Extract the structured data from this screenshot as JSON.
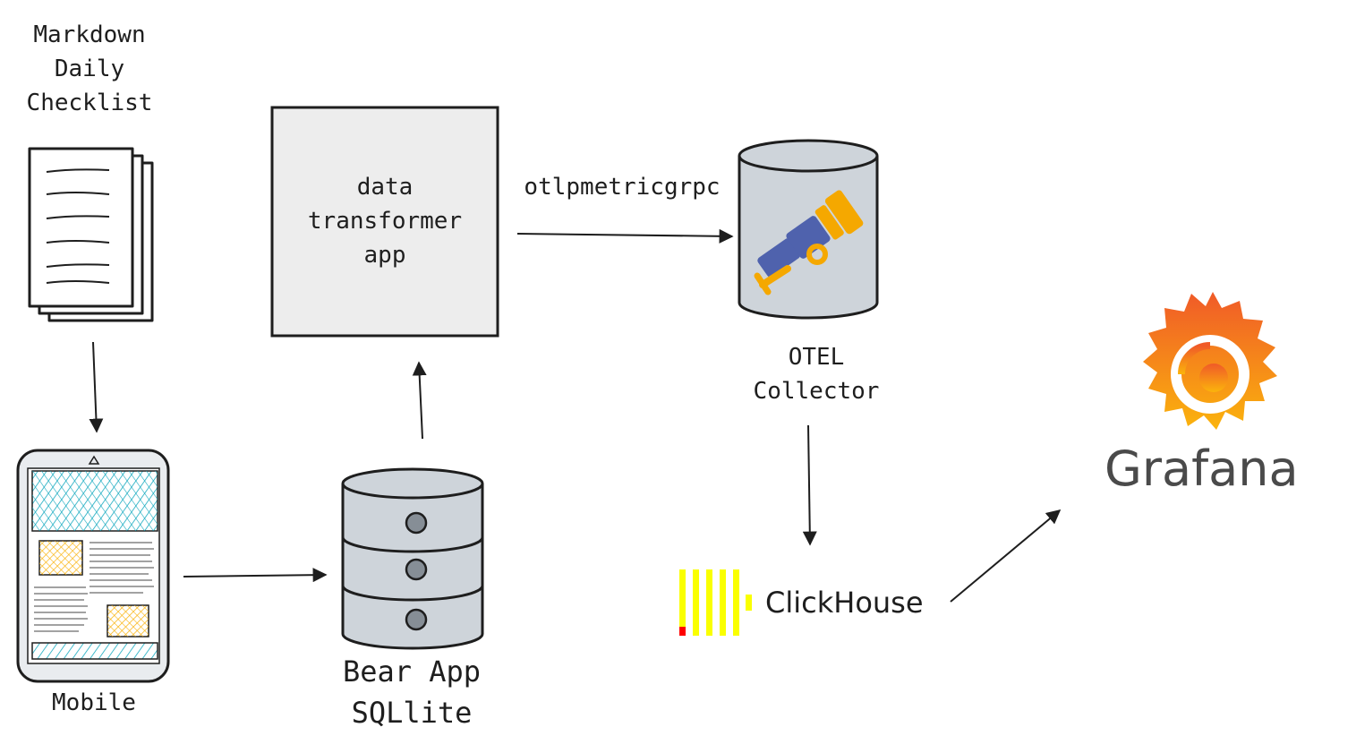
{
  "nodes": {
    "checklist": {
      "lines": [
        "Markdown",
        "Daily",
        "Checklist"
      ]
    },
    "mobile": {
      "label": "Mobile"
    },
    "bear": {
      "lines": [
        "Bear App",
        "SQLlite"
      ]
    },
    "transformer": {
      "lines": [
        "data",
        "transformer",
        "app"
      ]
    },
    "otel": {
      "lines": [
        "OTEL",
        "Collector"
      ]
    },
    "clickhouse": {
      "label": "ClickHouse"
    },
    "grafana": {
      "label": "Grafana"
    }
  },
  "edges": {
    "otlp": {
      "label": "otlpmetricgrpc"
    }
  },
  "colors": {
    "stroke": "#1e1e1e",
    "box_fill": "#ededed",
    "cylinder_fill": "#ced4da",
    "mobile_hatch": "#15aabf",
    "mobile_accent": "#fab005",
    "telescope_blue": "#4f62ad",
    "telescope_orange": "#f5a800",
    "clickhouse_yellow": "#faff00",
    "clickhouse_red": "#ff0000",
    "grafana_orange": "#f46800",
    "grafana_yellow": "#fbb40c"
  }
}
